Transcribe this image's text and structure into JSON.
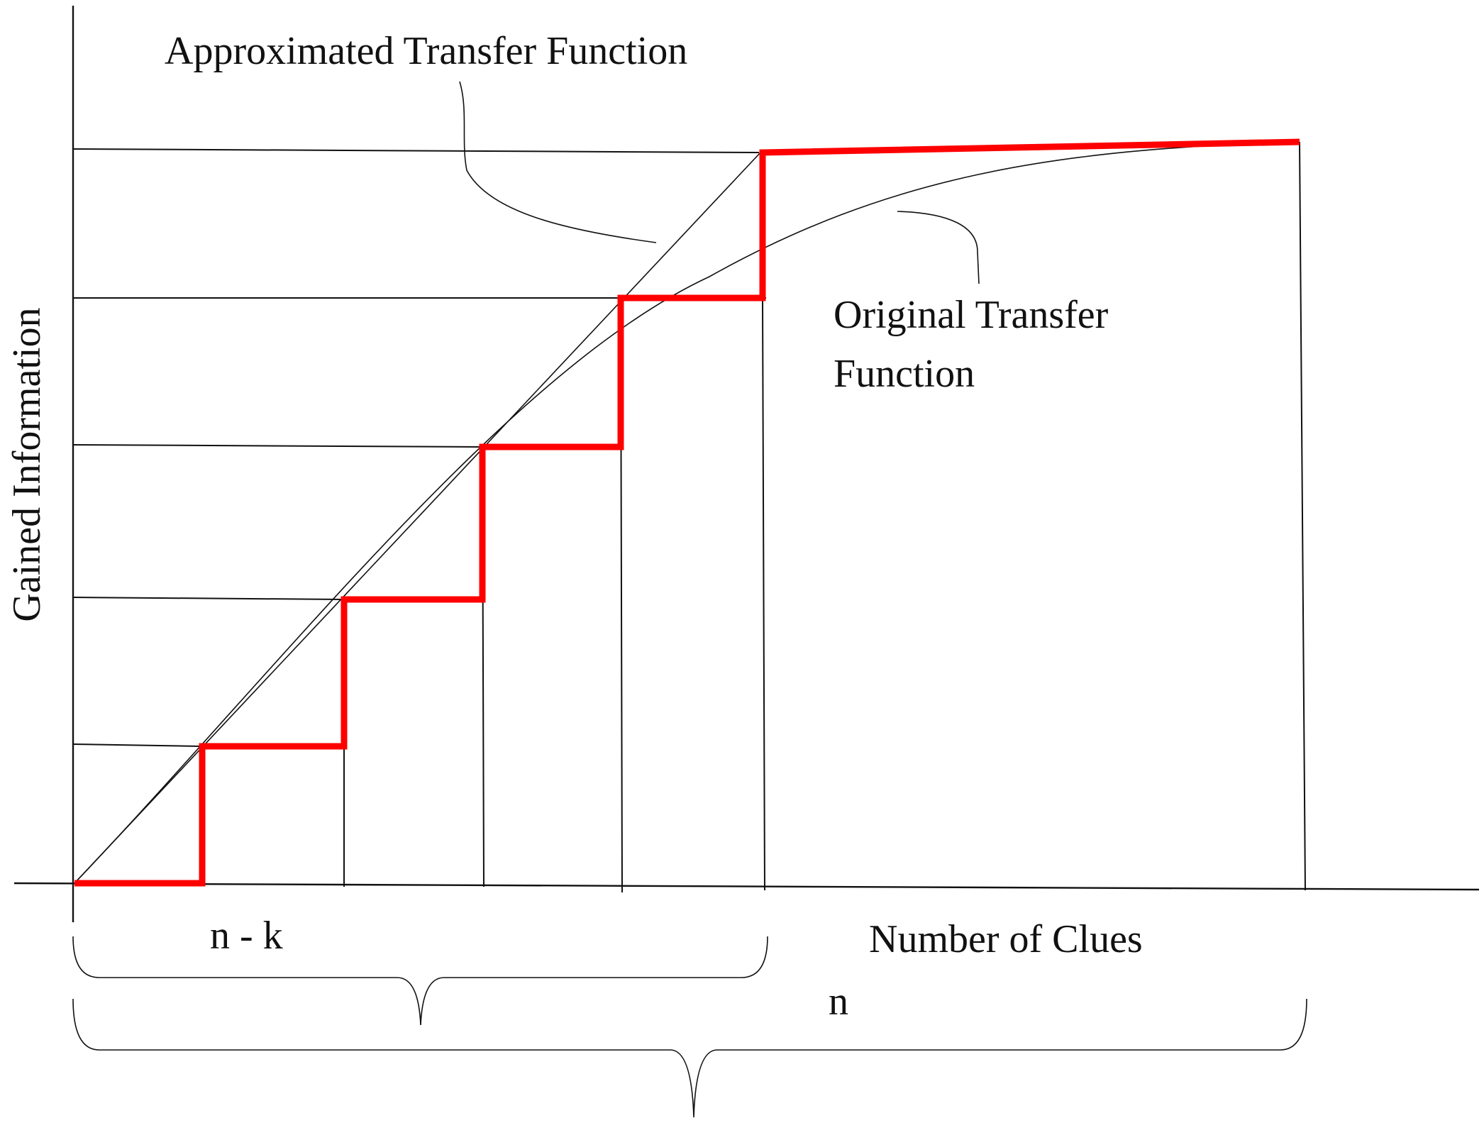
{
  "labels": {
    "approximated": "Approximated Transfer Function",
    "original_line1": "Original Transfer",
    "original_line2": "Function",
    "y_axis": "Gained Information",
    "x_axis": "Number of Clues",
    "n_minus_k": "n - k",
    "n": "n"
  },
  "colors": {
    "line": "#111111",
    "step": "#ff0000",
    "background": "#ffffff"
  }
}
